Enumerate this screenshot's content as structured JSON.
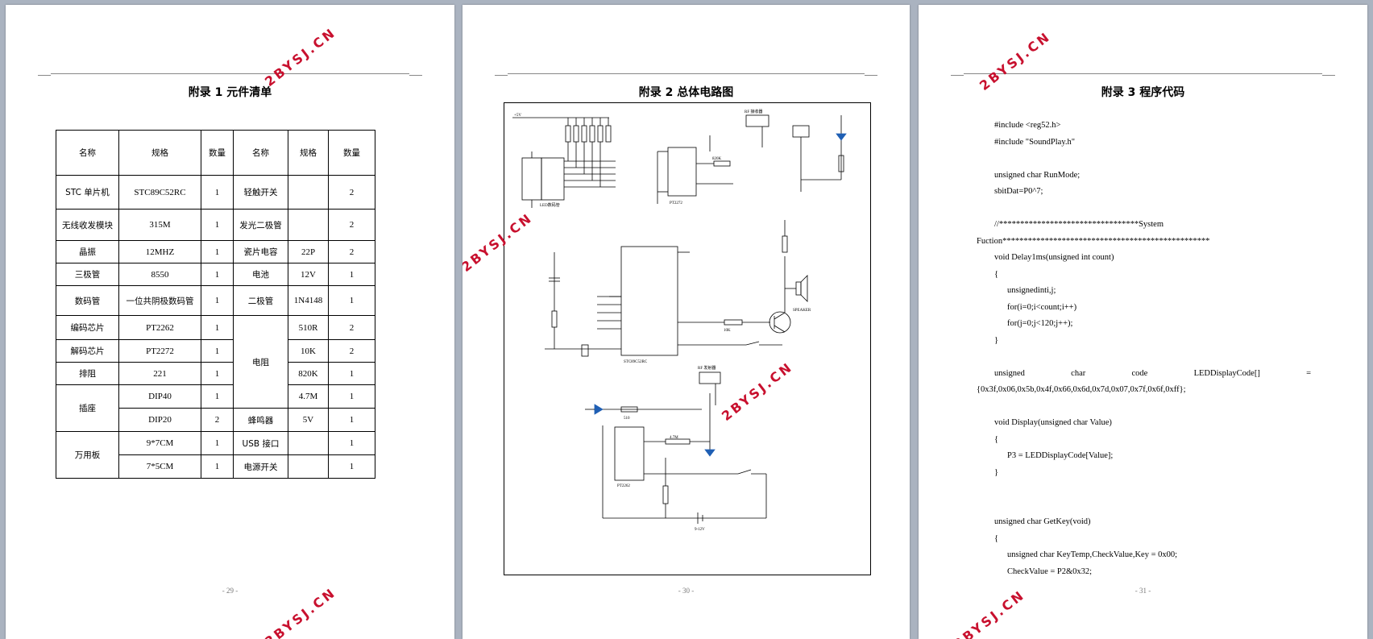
{
  "watermark": "2BYSJ.CN",
  "page1": {
    "title": "附录 1  元件清单",
    "page_number": "- 29 -",
    "table": {
      "headers": [
        "名称",
        "规格",
        "数量",
        "名称",
        "规格",
        "数量"
      ],
      "rows": [
        [
          "STC 单片机",
          "STC89C52RC",
          "1",
          "轻触开关",
          "",
          "2"
        ],
        [
          "无线收发模块",
          "315M",
          "1",
          "发光二极管",
          "",
          "2"
        ],
        [
          "晶振",
          "12MHZ",
          "1",
          "瓷片电容",
          "22P",
          "2"
        ],
        [
          "三极管",
          "8550",
          "1",
          "电池",
          "12V",
          "1"
        ],
        [
          "数码管",
          "一位共阴极数码管",
          "1",
          "二极管",
          "1N4148",
          "1"
        ],
        [
          "编码芯片",
          "PT2262",
          "1",
          "电阻",
          "510R",
          "2"
        ],
        [
          "解码芯片",
          "PT2272",
          "1",
          "",
          "10K",
          "2"
        ],
        [
          "排阻",
          "221",
          "1",
          "",
          "820K",
          "1"
        ],
        [
          "插座",
          "DIP40",
          "1",
          "",
          "4.7M",
          "1"
        ],
        [
          "",
          "DIP20",
          "2",
          "蜂鸣器",
          "5V",
          "1"
        ],
        [
          "万用板",
          "9*7CM",
          "1",
          "USB 接口",
          "",
          "1"
        ],
        [
          "",
          "7*5CM",
          "1",
          "电源开关",
          "",
          "1"
        ]
      ]
    }
  },
  "page2": {
    "title": "附录 2  总体电路图",
    "page_number": "- 30 -",
    "schematic_labels": {
      "u_mcu": "STC89C52RC",
      "u_dec": "PT2272",
      "u_enc": "PT2262",
      "u_disp": "LED数码管",
      "speaker": "SPEAKER",
      "battery": "9-12V",
      "vcc": "+5V",
      "rx": "RF 接收器",
      "tx": "RF 发射器",
      "r1": "510",
      "r_base": "10K",
      "r_dec": "820K",
      "r_enc": "4.7M"
    }
  },
  "page3": {
    "title": "附录 3  程序代码",
    "page_number": "- 31 -",
    "code": [
      {
        "cls": "i1",
        "text": "#include <reg52.h>"
      },
      {
        "cls": "i1",
        "text": "#include \"SoundPlay.h\""
      },
      {
        "cls": "blank",
        "text": ""
      },
      {
        "cls": "i1",
        "text": "unsigned char RunMode;"
      },
      {
        "cls": "i1",
        "text": "sbitDat=P0^7;"
      },
      {
        "cls": "blank",
        "text": ""
      },
      {
        "cls": "i1",
        "text": "//*********************************System"
      },
      {
        "cls": "i0",
        "text": "Fuction*************************************************"
      },
      {
        "cls": "i1",
        "text": "void Delay1ms(unsigned int count)"
      },
      {
        "cls": "i1",
        "text": "{"
      },
      {
        "cls": "i2",
        "text": "unsignedinti,j;"
      },
      {
        "cls": "i2",
        "text": "for(i=0;i<count;i++)"
      },
      {
        "cls": "i2",
        "text": "for(j=0;j<120;j++);"
      },
      {
        "cls": "i1",
        "text": "}"
      },
      {
        "cls": "blank",
        "text": ""
      },
      {
        "cls": "just",
        "parts": [
          "unsigned",
          "char",
          "code",
          "LEDDisplayCode[]",
          "="
        ]
      },
      {
        "cls": "i0",
        "text": "{0x3f,0x06,0x5b,0x4f,0x66,0x6d,0x7d,0x07,0x7f,0x6f,0xff};"
      },
      {
        "cls": "blank",
        "text": ""
      },
      {
        "cls": "i1",
        "text": "void Display(unsigned char Value)"
      },
      {
        "cls": "i1",
        "text": "{"
      },
      {
        "cls": "i2",
        "text": "P3 = LEDDisplayCode[Value];"
      },
      {
        "cls": "i1",
        "text": "}"
      },
      {
        "cls": "blank",
        "text": ""
      },
      {
        "cls": "blank",
        "text": ""
      },
      {
        "cls": "i1",
        "text": "unsigned char GetKey(void)"
      },
      {
        "cls": "i1",
        "text": "{"
      },
      {
        "cls": "i2",
        "text": "unsigned char KeyTemp,CheckValue,Key = 0x00;"
      },
      {
        "cls": "i2",
        "text": "CheckValue = P2&0x32;"
      }
    ]
  }
}
